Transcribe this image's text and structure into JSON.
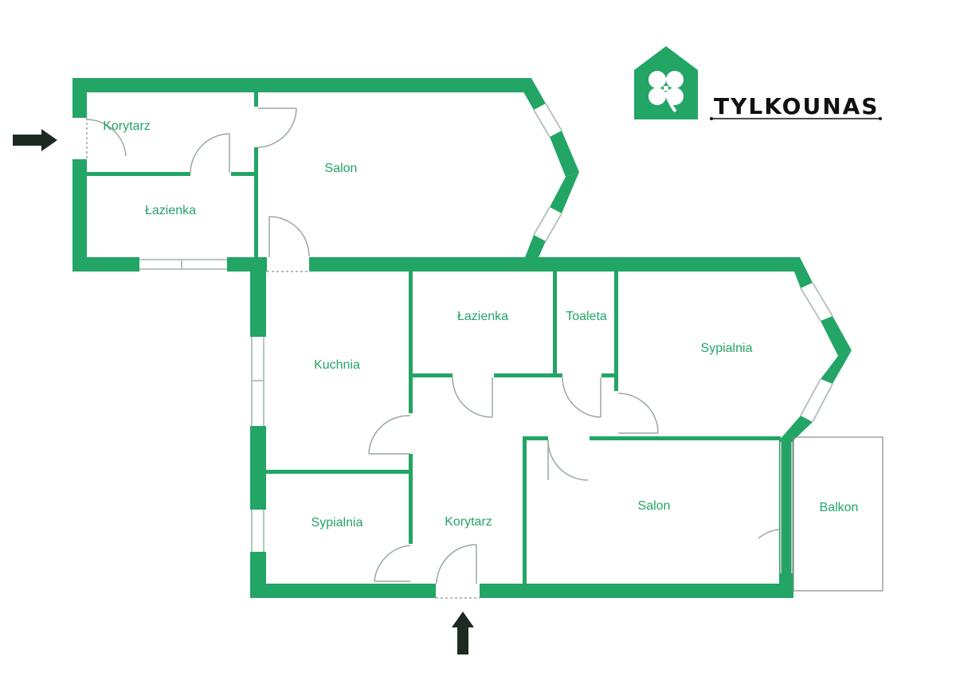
{
  "brand": {
    "name": "TYLKOUNAS",
    "color": "#22a565",
    "text_color": "#111111"
  },
  "colors": {
    "wall": "#22a565",
    "label": "#22a565",
    "window": "#b8c4be",
    "door": "#9aa8a0",
    "arrow": "#1d2a22",
    "balcony": "#8a8a8a"
  },
  "entrance_arrows": [
    {
      "name": "entrance-arrow-left",
      "icon": "arrow-right-icon"
    },
    {
      "name": "entrance-arrow-bottom",
      "icon": "arrow-up-icon"
    }
  ],
  "rooms": {
    "korytarz_top": "Korytarz",
    "lazienka_top": "Łazienka",
    "salon_top": "Salon",
    "kuchnia": "Kuchnia",
    "lazienka_mid": "Łazienka",
    "toaleta": "Toaleta",
    "sypialnia_right": "Sypialnia",
    "sypialnia_bottom": "Sypialnia",
    "korytarz_bottom": "Korytarz",
    "salon_bottom": "Salon",
    "balkon": "Balkon"
  }
}
